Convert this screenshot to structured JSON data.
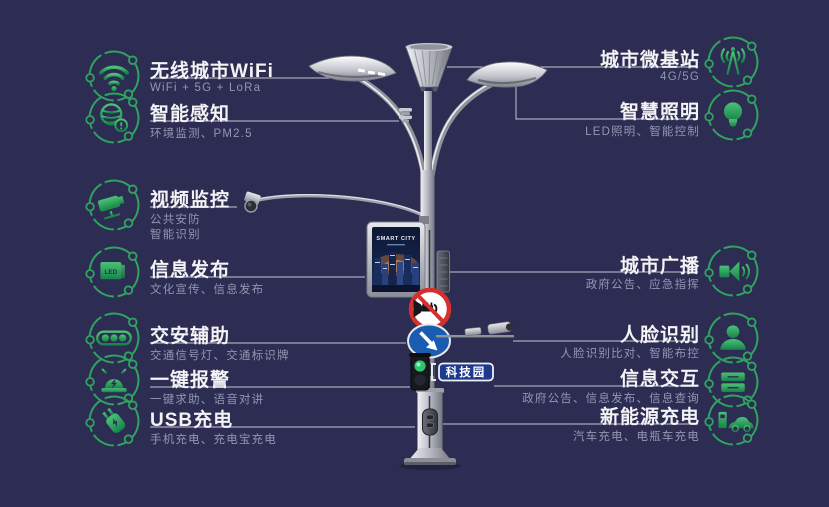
{
  "background_color": "#2d2c52",
  "accent_green": "#2fa35f",
  "line_color": "#d5d8e6",
  "features_left": [
    {
      "title": "无线城市WiFi",
      "subtitle": "WiFi + 5G + LoRa",
      "icon": "wifi-icon"
    },
    {
      "title": "智能感知",
      "subtitle": "环境监测、PM2.5",
      "icon": "environment-sensor-icon"
    },
    {
      "title": "视频监控",
      "subtitle": "公共安防",
      "subtitle2": "智能识别",
      "icon": "cctv-camera-icon"
    },
    {
      "title": "信息发布",
      "subtitle": "文化宣传、信息发布",
      "icon": "led-screen-icon"
    },
    {
      "title": "交安辅助",
      "subtitle": "交通信号灯、交通标识牌",
      "icon": "traffic-light-icon"
    },
    {
      "title": "一键报警",
      "subtitle": "一键求助、语音对讲",
      "icon": "alarm-icon"
    },
    {
      "title": "USB充电",
      "subtitle": "手机充电、充电宝充电",
      "icon": "usb-charge-icon"
    }
  ],
  "features_right": [
    {
      "title": "城市微基站",
      "subtitle": "4G/5G",
      "icon": "antenna-icon"
    },
    {
      "title": "智慧照明",
      "subtitle": "LED照明、智能控制",
      "icon": "bulb-icon"
    },
    {
      "title": "城市广播",
      "subtitle": "政府公告、应急指挥",
      "icon": "speaker-icon"
    },
    {
      "title": "人脸识别",
      "subtitle": "人脸识别比对、智能布控",
      "icon": "face-icon"
    },
    {
      "title": "信息交互",
      "subtitle": "政府公告、信息发布、信息查询",
      "icon": "interaction-icon"
    },
    {
      "title": "新能源充电",
      "subtitle": "汽车充电、电瓶车充电",
      "icon": "ev-charge-icon"
    }
  ],
  "pole": {
    "screen_title": "SMART CITY",
    "sign_label": "科技园"
  }
}
